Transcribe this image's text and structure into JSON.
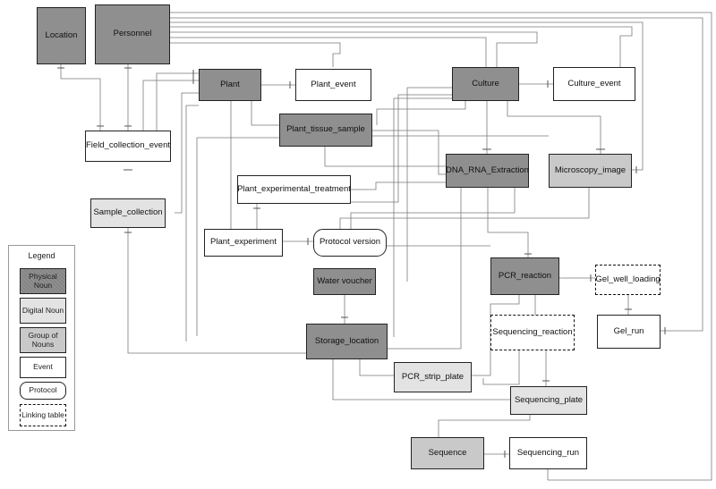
{
  "nodes": {
    "location": "Location",
    "personnel": "Personnel",
    "plant": "Plant",
    "plant_event": "Plant_event",
    "culture": "Culture",
    "culture_event": "Culture_event",
    "plant_tissue_sample": "Plant_tissue_sample",
    "field_collection_event": "Field_collection_event",
    "dna_rna_extraction": "DNA_RNA_Extraction",
    "microscopy_image": "Microscopy_image",
    "plant_experimental_treatment": "Plant_experimental_treatment",
    "sample_collection": "Sample_collection",
    "plant_experiment": "Plant_experiment",
    "protocol_version": "Protocol version",
    "pcr_reaction": "PCR_reaction",
    "gel_well_loading": "Gel_well_loading",
    "water_voucher": "Water voucher",
    "gel_run": "Gel_run",
    "sequencing_reaction": "Sequencing_reaction",
    "storage_location": "Storage_location",
    "pcr_strip_plate": "PCR_strip_plate",
    "sequencing_plate": "Sequencing_plate",
    "sequence": "Sequence",
    "sequencing_run": "Sequencing_run"
  },
  "legend": {
    "title": "Legend",
    "physical": "Physical Noun",
    "digital": "Digital Noun",
    "group": "Group of Nouns",
    "event": "Event",
    "protocol": "Protocol",
    "linking": "Linking table"
  },
  "colors": {
    "physical": "#8f8f8f",
    "digital": "#e3e3e3",
    "group": "#c9c9c9",
    "event": "#ffffff",
    "line": "#7a7a7a"
  }
}
